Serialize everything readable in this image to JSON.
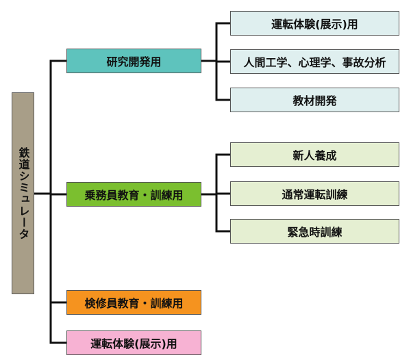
{
  "root": {
    "label": "鉄道シミュレータ"
  },
  "level1": [
    {
      "label": "研究開発用",
      "color": "#5ec3bd"
    },
    {
      "label": "乗務員教育・訓練用",
      "color": "#7bbf2f"
    },
    {
      "label": "検修員教育・訓練用",
      "color": "#f5931f"
    },
    {
      "label": "運転体験(展示)用",
      "color": "#f7b2d3"
    }
  ],
  "research_children": [
    {
      "label": "運転体験(展示)用"
    },
    {
      "label": "人間工学、心理学、事故分析"
    },
    {
      "label": "教材開発"
    }
  ],
  "crew_children": [
    {
      "label": "新人養成"
    },
    {
      "label": "通常運転訓練"
    },
    {
      "label": "緊急時訓練"
    }
  ],
  "colors": {
    "root_fill": "#a89e88",
    "research_child_fill": "#dfefef",
    "crew_child_fill": "#e5efd2",
    "connector": "#111111"
  }
}
